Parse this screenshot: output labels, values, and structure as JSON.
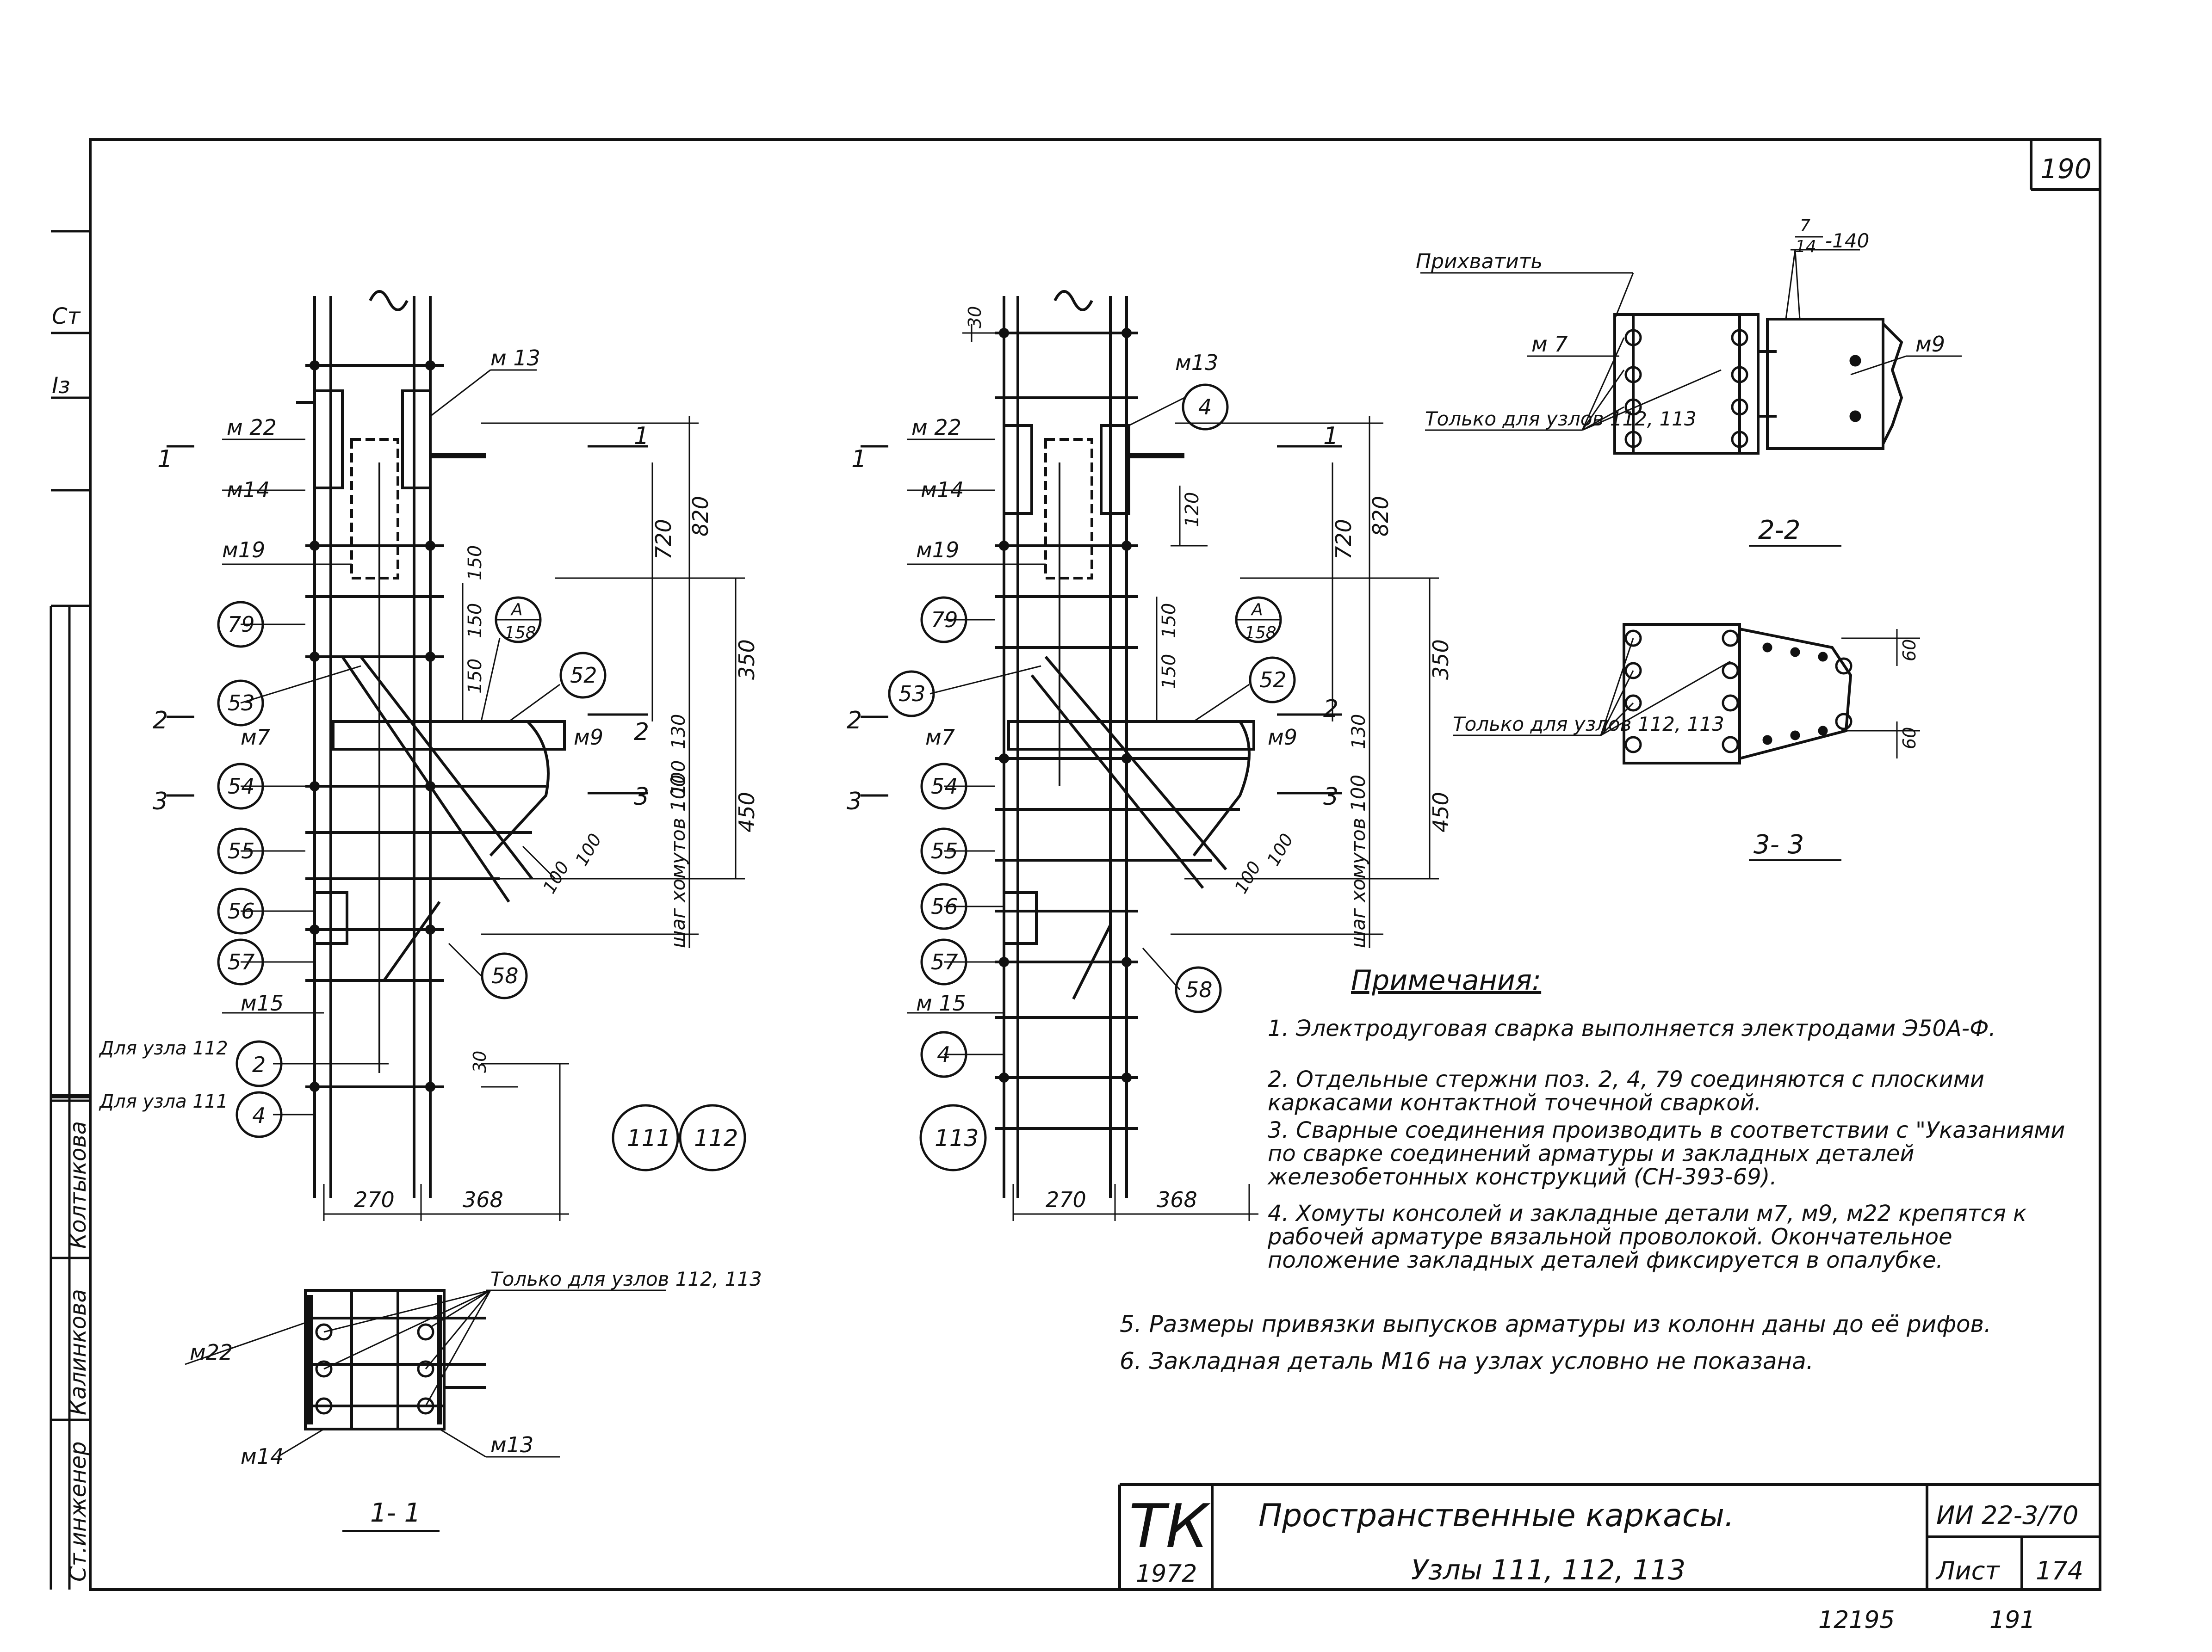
{
  "sheet": {
    "page_number": "190",
    "stamp": {
      "letters": "ТК",
      "year": "1972"
    },
    "title_line1": "Пространственные каркасы.",
    "title_line2": "Узлы 111, 112, 113",
    "series_code": "ИИ 22-3/70",
    "sheet_label": "Лист",
    "sheet_number": "174",
    "footer_left": "12195",
    "footer_right": "191",
    "side_labels": [
      "Ст.инженер",
      "Калинкова",
      "Колтыкова",
      "Ст",
      "Iз"
    ]
  },
  "drawing_left": {
    "labels": [
      "м 13",
      "м 22",
      "м14",
      "м19",
      "м7",
      "м9",
      "м15"
    ],
    "callouts": [
      "79",
      "53",
      "54",
      "55",
      "56",
      "57",
      "58",
      "52",
      "2",
      "4"
    ],
    "section_ref": {
      "letter": "А",
      "sheet": "158"
    },
    "dims_vertical": [
      "820",
      "720",
      "350",
      "450",
      "150",
      "150",
      "150",
      "130",
      "100",
      "шаг хомутов 100"
    ],
    "dims_diag": [
      "100",
      "100"
    ],
    "dims_bottom": [
      "270",
      "368"
    ],
    "dim_small": "30",
    "cut_marks": [
      "1",
      "1",
      "2",
      "2",
      "3",
      "3"
    ],
    "node_tags": [
      "111",
      "112"
    ],
    "note_node112": "Для узла 112",
    "note_node111": "Для узла 111"
  },
  "drawing_mid": {
    "labels": [
      "м13",
      "м 22",
      "м14",
      "м19",
      "м7",
      "м9",
      "м 15"
    ],
    "callouts": [
      "4",
      "79",
      "53",
      "54",
      "55",
      "56",
      "57",
      "58",
      "52",
      "4"
    ],
    "section_ref": {
      "letter": "А",
      "sheet": "158"
    },
    "dims_vertical": [
      "30",
      "820",
      "720",
      "120",
      "350",
      "450",
      "150",
      "150",
      "130",
      "шаг хомутов 100"
    ],
    "dims_diag": [
      "100",
      "100"
    ],
    "dims_bottom": [
      "270",
      "368"
    ],
    "cut_marks": [
      "1",
      "1",
      "2",
      "2",
      "3",
      "3"
    ],
    "node_tag": "113"
  },
  "section_11": {
    "title": "1- 1",
    "labels": [
      "м22",
      "м14",
      "м13"
    ],
    "note": "Только для узлов 112, 113"
  },
  "section_22": {
    "title": "2-2",
    "label_top": "Прихватить",
    "label_fraction_num": "7",
    "label_fraction_den": "14",
    "label_fraction_len": "-140",
    "labels": [
      "м 7",
      "м9"
    ],
    "note": "Только для узлов 112, 113"
  },
  "section_33": {
    "title": "3- 3",
    "dims": [
      "60",
      "60"
    ],
    "note": "Только для узлов 112, 113"
  },
  "notes": {
    "heading": "Примечания:",
    "items": [
      "1. Электродуговая сварка выполняется электродами Э50А-Ф.",
      "2. Отдельные стержни поз. 2, 4, 79 соединяются с плоскими каркасами контактной точечной сваркой.",
      "3. Сварные соединения производить в соответствии с \"Указаниями по сварке соединений арматуры и закладных деталей железобетонных конструкций (СН-393-69).",
      "4. Хомуты консолей и закладные детали м7, м9, м22 крепятся к рабочей арматуре вязальной проволокой. Окончательное положение закладных деталей фиксируется в опалубке.",
      "5. Размеры привязки выпусков арматуры из колонн даны до её рифов.",
      "6. Закладная деталь М16 на узлах условно не показана."
    ]
  }
}
